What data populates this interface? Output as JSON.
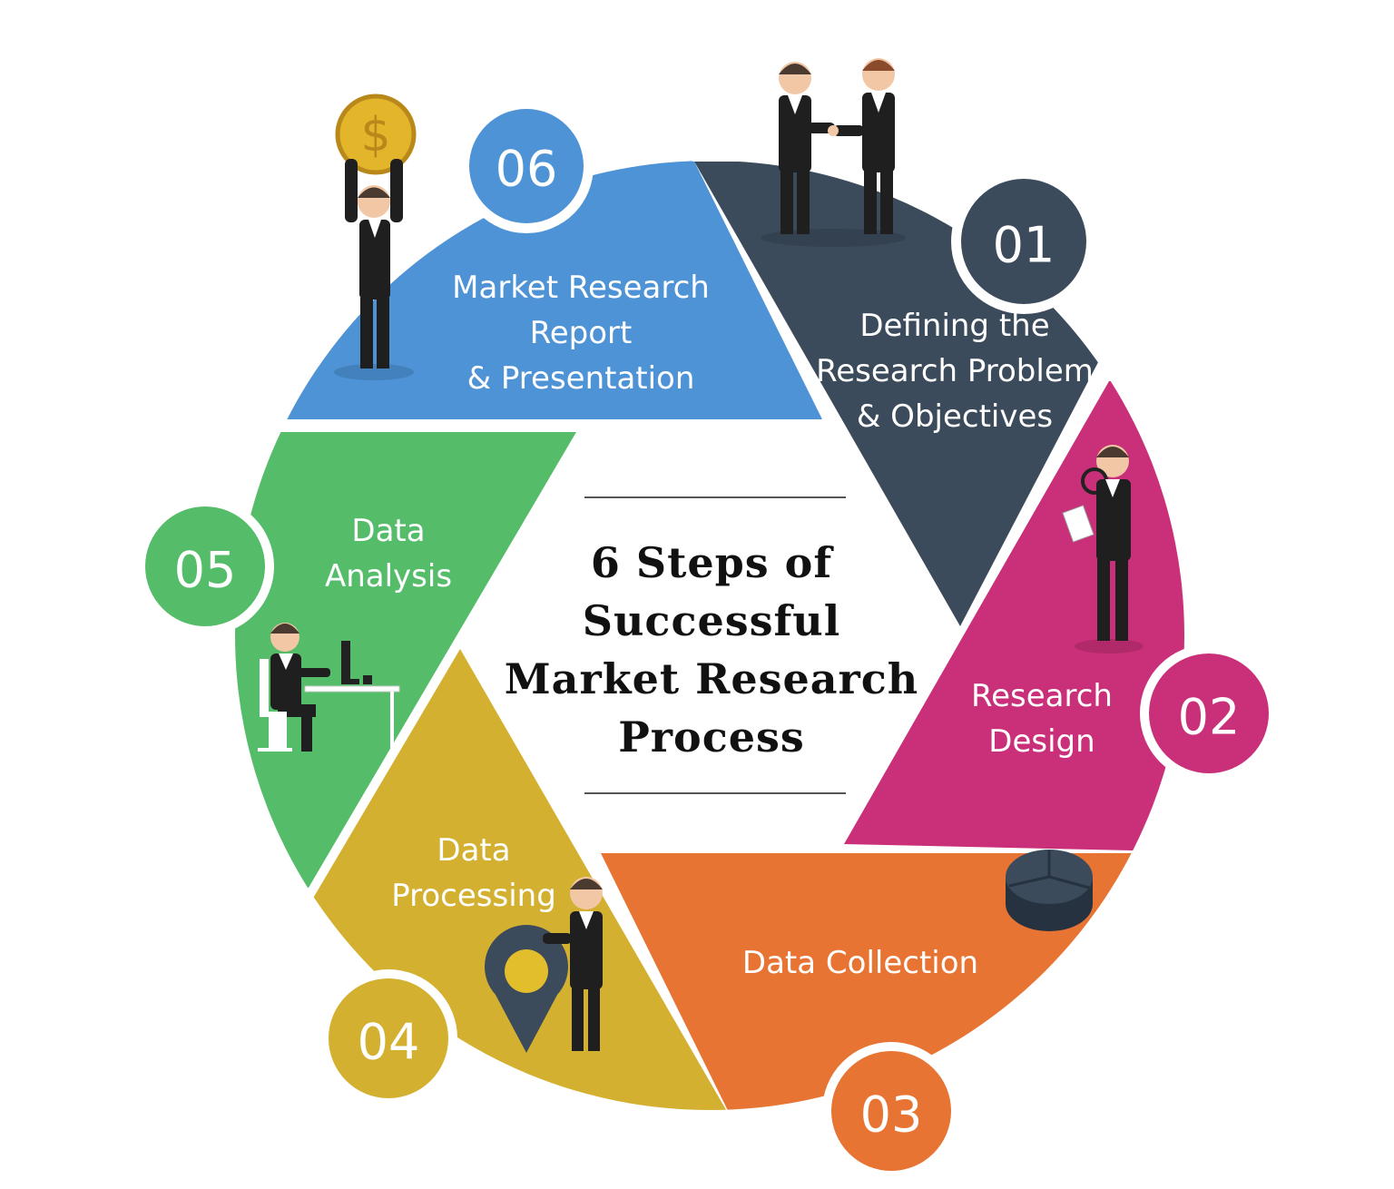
{
  "center_title": [
    "6 Steps of",
    "Successful",
    "Market Research",
    "Process"
  ],
  "steps": [
    {
      "number": "01",
      "label": [
        "Defining the",
        "Research Problem",
        "& Objectives"
      ],
      "color": "#3b4b5c"
    },
    {
      "number": "02",
      "label": [
        "Research",
        "Design"
      ],
      "color": "#c93079"
    },
    {
      "number": "03",
      "label": [
        "Data Collection"
      ],
      "color": "#e87433"
    },
    {
      "number": "04",
      "label": [
        "Data",
        "Processing"
      ],
      "color": "#d4b030"
    },
    {
      "number": "05",
      "label": [
        "Data",
        "Analysis"
      ],
      "color": "#55bd6a"
    },
    {
      "number": "06",
      "label": [
        "Market Research",
        "Report",
        "& Presentation"
      ],
      "color": "#4d93d6"
    }
  ],
  "icons": [
    "handshake-icon",
    "magnifier-icon",
    "pie-chart-icon",
    "location-pin-icon",
    "desk-computer-icon",
    "coin-icon"
  ]
}
